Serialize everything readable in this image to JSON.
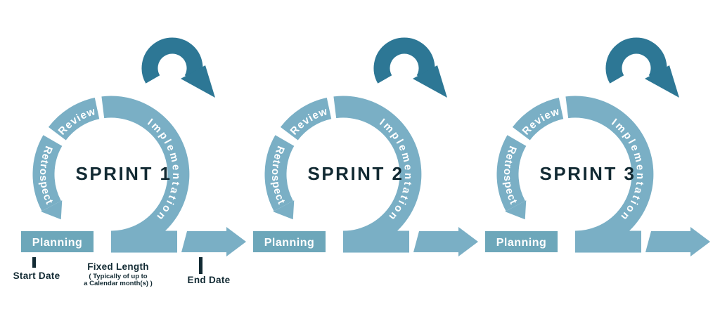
{
  "diagram": {
    "background": "#ffffff",
    "colors": {
      "ring_light_teal": "#7aafc5",
      "planning_bar_teal": "#6da7ba",
      "loop_dark_teal": "#2d7795",
      "text_dark": "#122a33",
      "text_light": "#ffffff"
    },
    "sprints": [
      {
        "title": "SPRINT 1",
        "review": "Review",
        "retrospect": "Retrospect",
        "planning": "Planning",
        "implementation": "Implementation"
      },
      {
        "title": "SPRINT 2",
        "review": "Review",
        "retrospect": "Retrospect",
        "planning": "Planning",
        "implementation": "Implementation"
      },
      {
        "title": "SPRINT 3",
        "review": "Review",
        "retrospect": "Retrospect",
        "planning": "Planning",
        "implementation": "Implementation"
      }
    ],
    "annotations": {
      "start_date": "Start Date",
      "end_date": "End Date",
      "fixed_length_title": "Fixed Length",
      "fixed_length_line2": "( Typically of up to",
      "fixed_length_line3": "a Calendar month(s) )"
    }
  }
}
